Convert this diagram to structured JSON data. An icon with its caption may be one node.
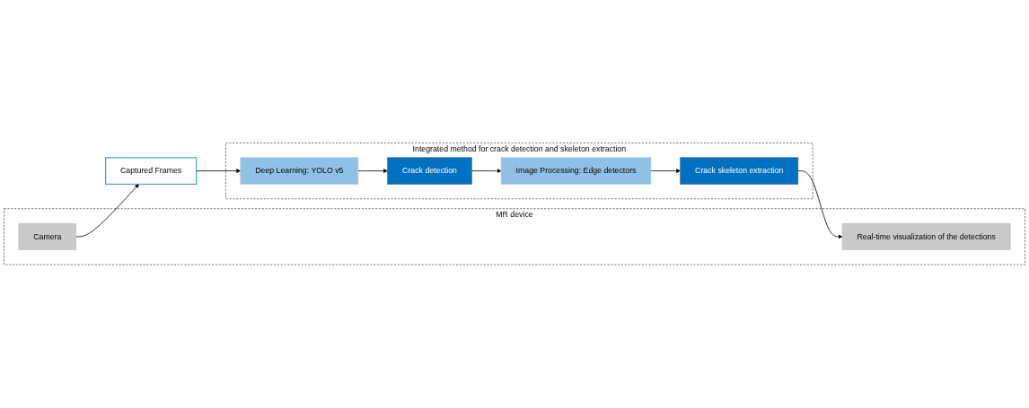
{
  "diagram": {
    "nodes": [
      {
        "text": [
          "MR device"
        ]
      },
      {
        "text": [
          "Camera"
        ],
        "in": 0
      },
      {
        "text": [
          "Real-time visualization of the detections"
        ],
        "in": 0
      },
      {
        "text": [
          "Captured Frames"
        ]
      },
      {
        "text": [
          "Integrated method for crack detection and skeleton extraction"
        ]
      },
      {
        "text": [
          "Deep Learning: YOLO v5"
        ],
        "in": 4
      },
      {
        "text": [
          "Crack detection"
        ],
        "in": 4
      },
      {
        "text": [
          "Image Processing: Edge detectors"
        ],
        "in": 4
      },
      {
        "text": [
          "Crack skeleton extraction"
        ],
        "in": 4
      }
    ],
    "edges": [
      {
        "from": 1,
        "to": 3,
        "arrow": "to"
      },
      {
        "from": 3,
        "to": 5,
        "arrow": "to"
      },
      {
        "from": 5,
        "to": 6,
        "arrow": "to"
      },
      {
        "from": 6,
        "to": 7,
        "arrow": "to"
      },
      {
        "from": 7,
        "to": 8,
        "arrow": "to"
      },
      {
        "from": 8,
        "to": 2,
        "arrow": "to"
      }
    ]
  }
}
